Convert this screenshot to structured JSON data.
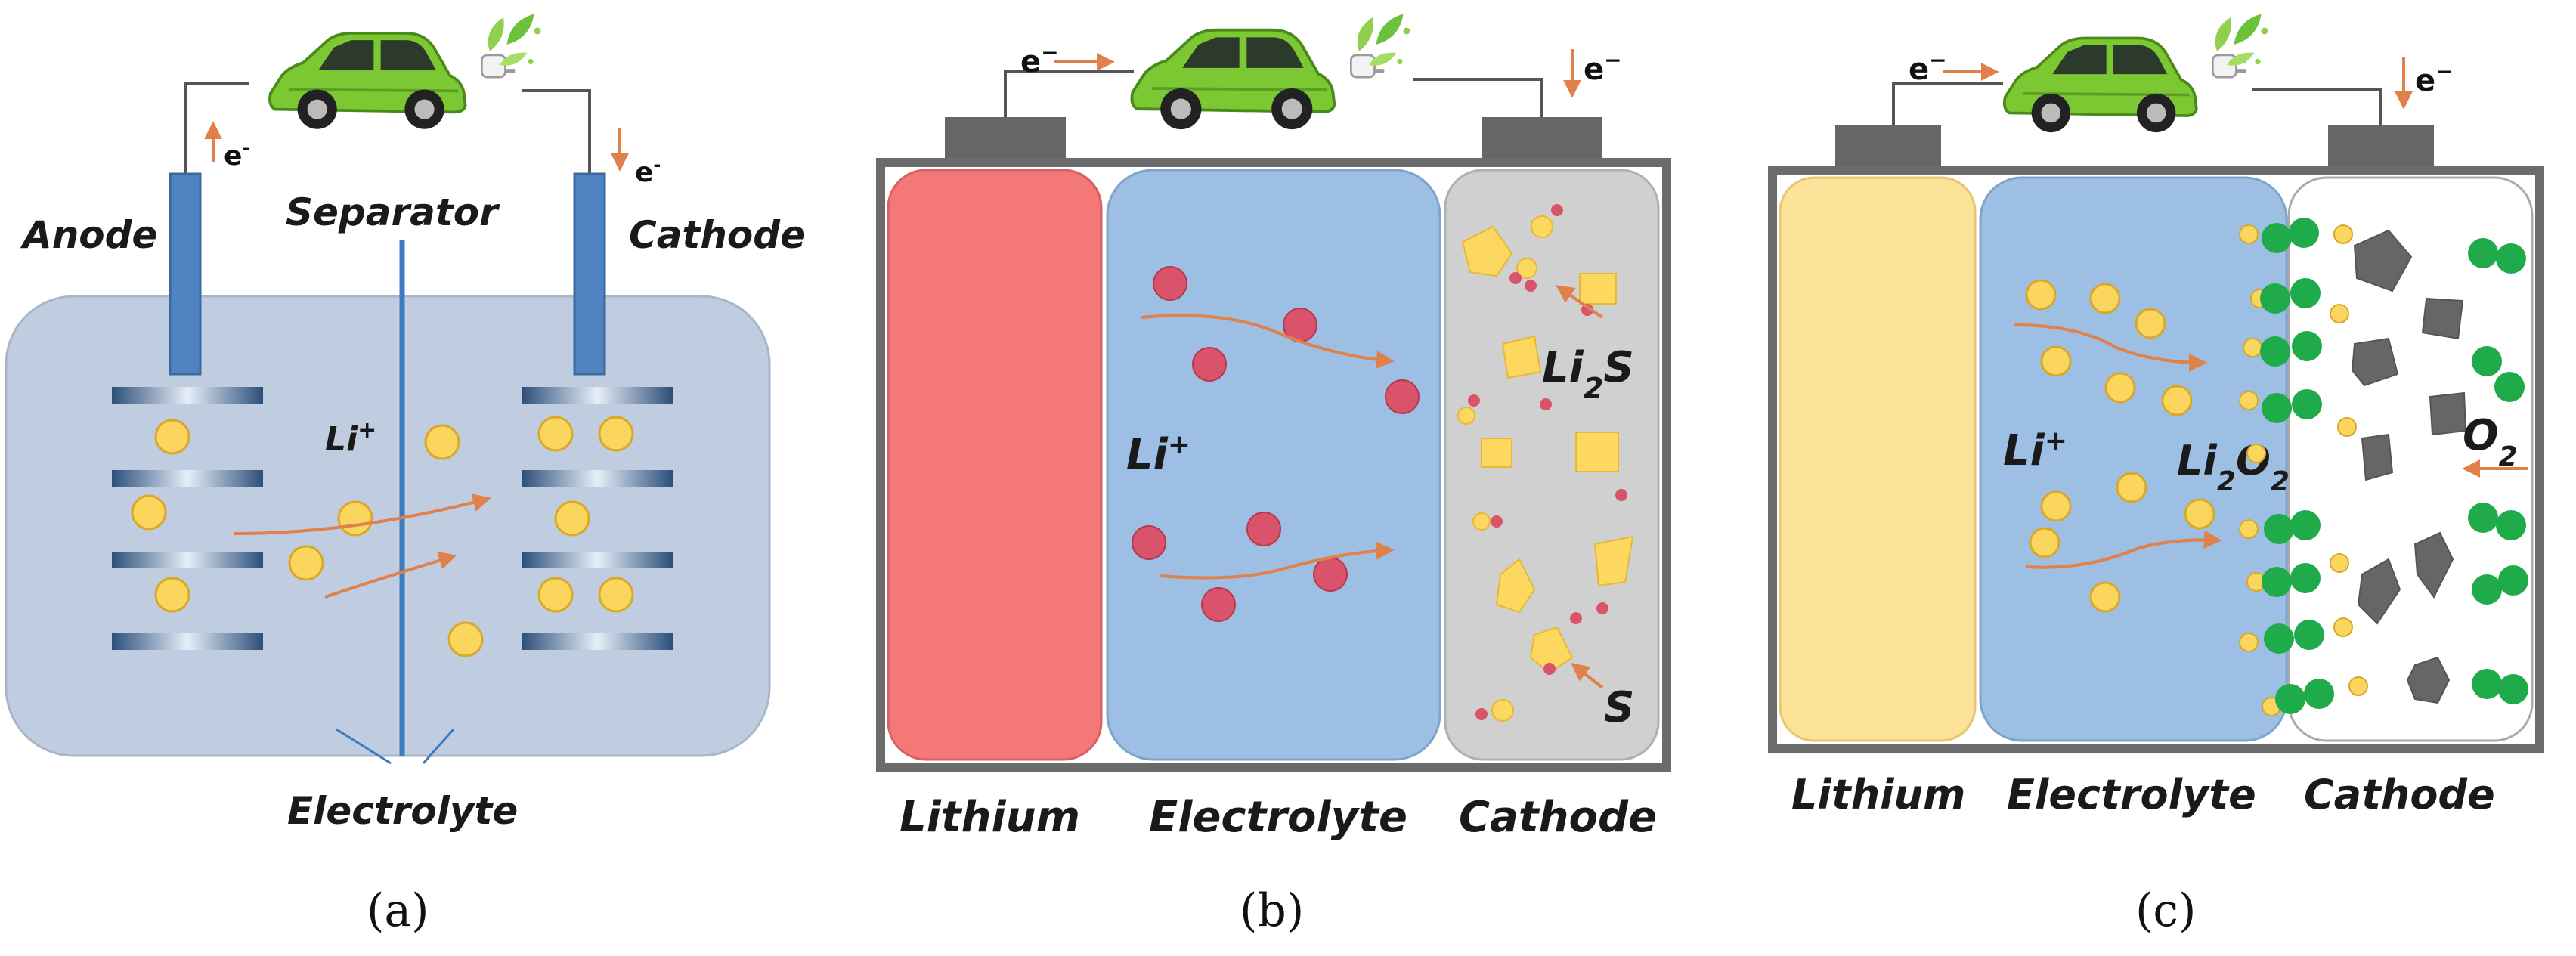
{
  "colors": {
    "electrolyte_blue": "#9dbfe3",
    "cell_a_bg": "#c0cde0",
    "lithium_red": "#f47878",
    "lithium_yellow": "#fde29a",
    "cathode_grey": "#d0d0d0",
    "li_ion_yellow": "#fbd65e",
    "li_ion_red": "#d9536a",
    "oxygen_green": "#1fab4a",
    "arrow_orange": "#e0804a",
    "casing_grey": "#6b6b6b",
    "car_green": "#7cc832"
  },
  "icons": [
    "electric-car-icon",
    "leaf-icon",
    "plug-icon"
  ],
  "panel_a": {
    "caption": "(a)",
    "anode_label": "Anode",
    "cathode_label": "Cathode",
    "separator_label": "Separator",
    "electrolyte_label": "Electrolyte",
    "ion_label": "Li",
    "ion_charge": "+",
    "electron_left": "e",
    "electron_left_sup": "-",
    "electron_right": "e",
    "electron_right_sup": "-"
  },
  "panel_b": {
    "caption": "(b)",
    "electron_left": "e",
    "electron_left_sup": "−",
    "electron_right": "e",
    "electron_right_sup": "−",
    "ion_label": "Li",
    "ion_charge": "+",
    "product_label": "Li",
    "product_sub": "2",
    "product_tail": "S",
    "sulfur_label": "S",
    "region_labels": [
      "Lithium",
      "Electrolyte",
      "Cathode"
    ]
  },
  "panel_c": {
    "caption": "(c)",
    "electron_left": "e",
    "electron_left_sup": "−",
    "electron_right": "e",
    "electron_right_sup": "−",
    "ion_label": "Li",
    "ion_charge": "+",
    "product_label": "Li",
    "product_sub1": "2",
    "product_mid": "O",
    "product_sub2": "2",
    "oxygen_label": "O",
    "oxygen_sub": "2",
    "region_labels": [
      "Lithium",
      "Electrolyte",
      "Cathode"
    ]
  }
}
